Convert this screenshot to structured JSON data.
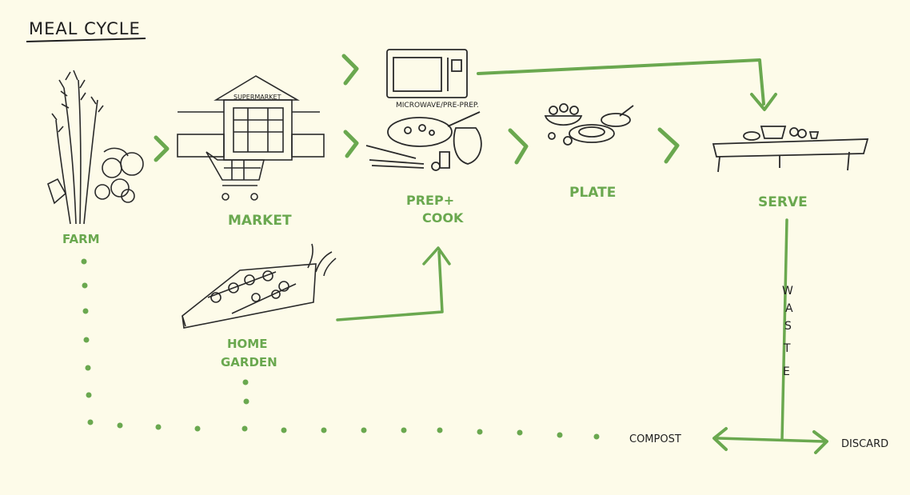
{
  "title": "MEAL CYCLE",
  "colors": {
    "paper": "#fdfbe9",
    "green": "#6aa84f",
    "ink": "#1e1e1e"
  },
  "stages": {
    "farm": "FARM",
    "market": "MARKET",
    "market_sign": "SUPERMARKET",
    "home_garden_line1": "HOME",
    "home_garden_line2": "GARDEN",
    "prep_cook_line1": "PREP+",
    "prep_cook_line2": "COOK",
    "microwave": "MICROWAVE/PRE-PREP.",
    "plate": "PLATE",
    "serve": "SERVE",
    "waste": [
      "W",
      "A",
      "S",
      "T",
      "E"
    ],
    "compost": "COMPOST",
    "discard": "DISCARD"
  },
  "icons": [
    "wheat-sketch-icon",
    "supermarket-sketch-icon",
    "shopping-cart-icon",
    "garden-bed-icon",
    "microwave-icon",
    "frying-pan-icon",
    "plates-icon",
    "serving-table-icon"
  ]
}
